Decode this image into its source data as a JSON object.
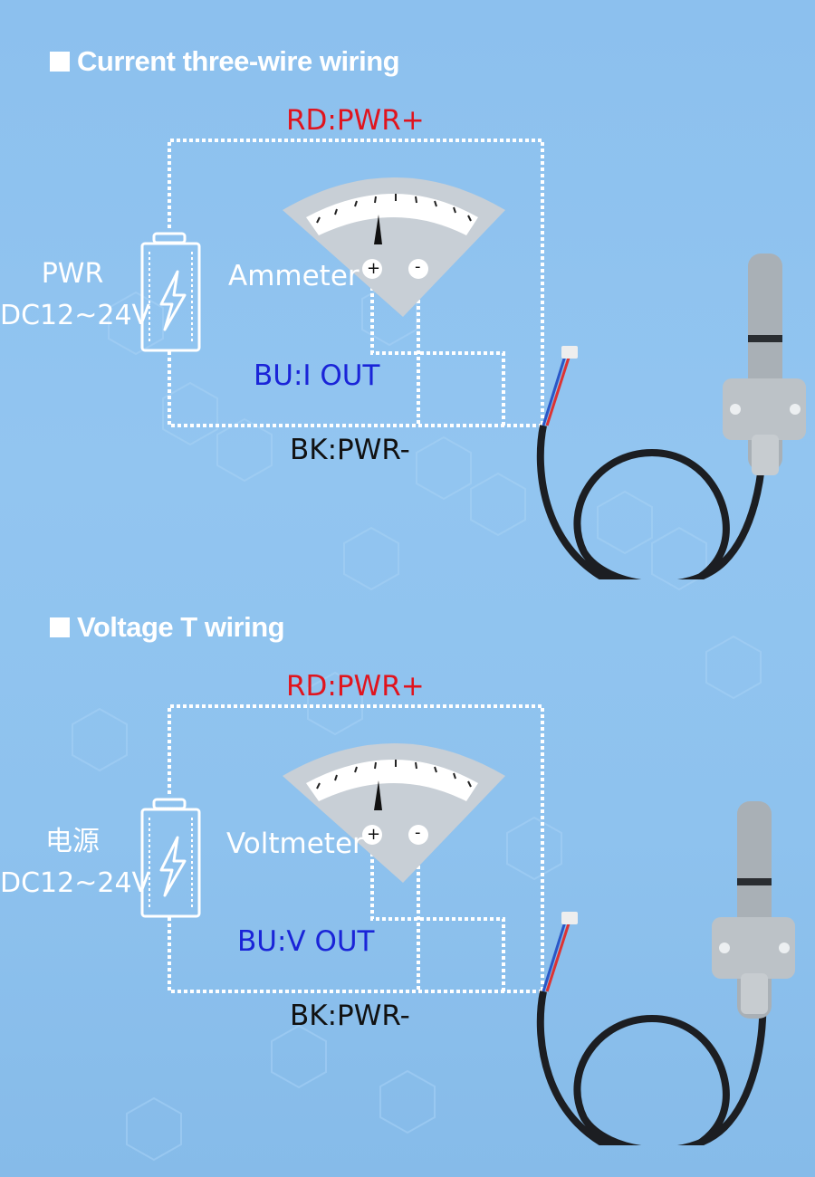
{
  "sections": [
    {
      "heading": "Current three-wire wiring",
      "red_label": "RD:PWR+",
      "blue_label": "BU:I OUT",
      "black_label": "BK:PWR-",
      "meter_label": "Ammeter",
      "pwr_line1": "PWR",
      "pwr_line2": "DC12~24V",
      "plus": "+",
      "minus": "-"
    },
    {
      "heading": "Voltage T wiring",
      "red_label": "RD:PWR+",
      "blue_label": "BU:V OUT",
      "black_label": "BK:PWR-",
      "meter_label": "Voltmeter",
      "pwr_line1": "电源",
      "pwr_line2": "DC12~24V",
      "plus": "+",
      "minus": "-"
    }
  ],
  "colors": {
    "background": "#8cc0ee",
    "red": "#e0141e",
    "blue": "#1a24d8",
    "black": "#111111",
    "wire": "#ffffff"
  },
  "icons": {
    "square_bullet": "square-bullet-icon",
    "battery": "battery-icon",
    "bolt": "lightning-bolt-icon",
    "meter": "analog-meter-icon",
    "sensor": "temperature-humidity-sensor-icon"
  }
}
